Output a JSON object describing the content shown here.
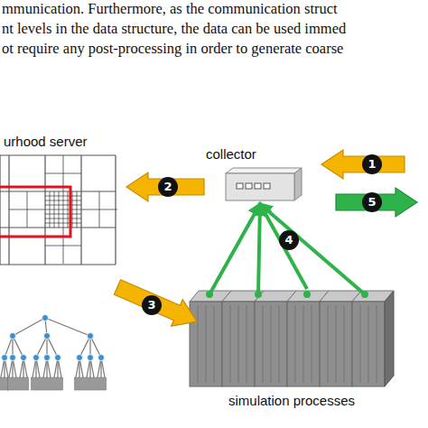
{
  "diagram": {
    "nodes": [
      {
        "text": [
          "urhood server"
        ]
      },
      {
        "text": [
          "collector"
        ]
      },
      {
        "text": [
          "simulation processes"
        ]
      }
    ],
    "edges": [
      {
        "from": 2,
        "to": 1,
        "arrow": "to"
      }
    ],
    "labels": [
      "mmunication. Furthermore, as the communication struct",
      "nt levels in the data structure, the data can be used immed",
      "ot require any post-processing in order to generate coarse",
      "1",
      "2",
      "3",
      "4",
      "5"
    ]
  }
}
